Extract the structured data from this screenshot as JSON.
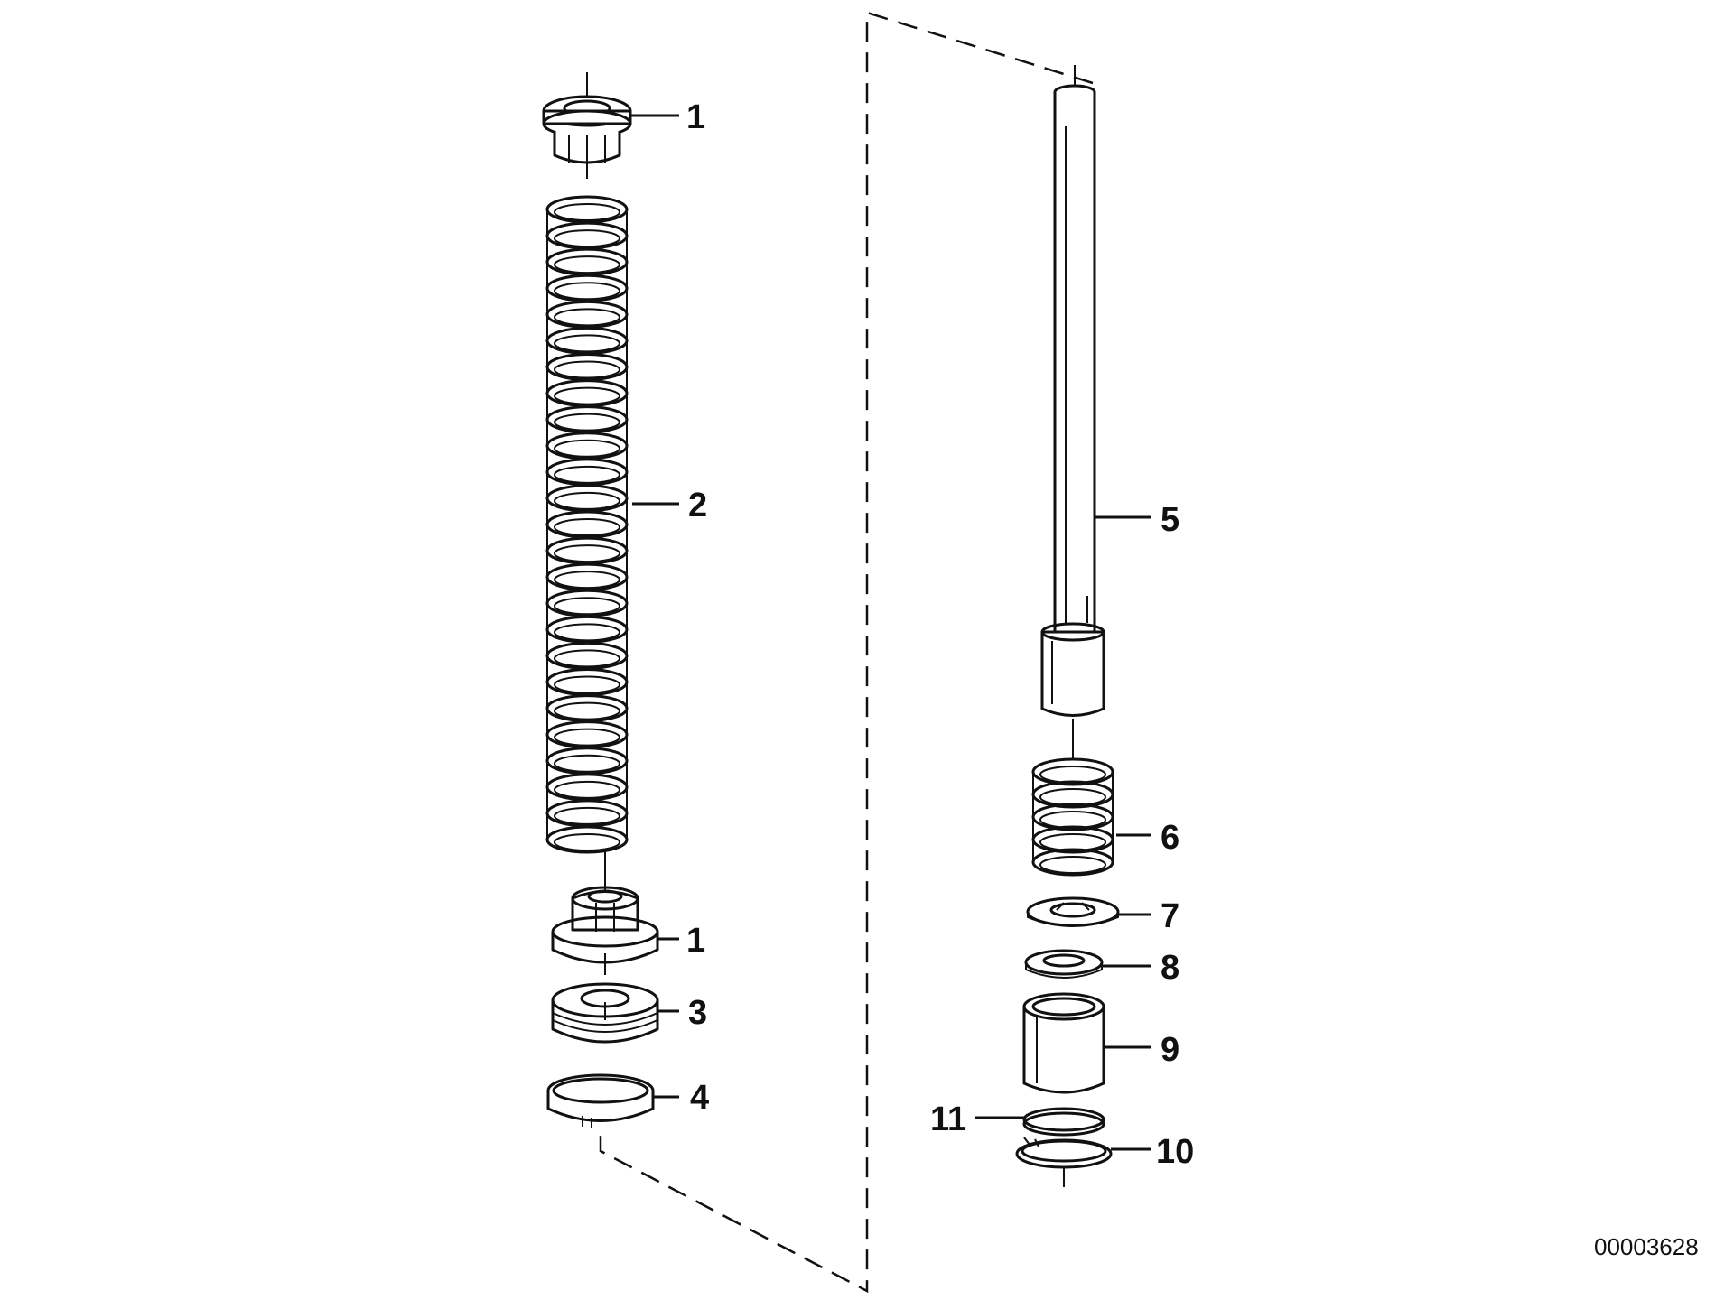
{
  "diagram": {
    "document_number": "00003628",
    "callouts": [
      {
        "id": "c1a",
        "label": "1"
      },
      {
        "id": "c2",
        "label": "2"
      },
      {
        "id": "c1b",
        "label": "1"
      },
      {
        "id": "c3",
        "label": "3"
      },
      {
        "id": "c4",
        "label": "4"
      },
      {
        "id": "c5",
        "label": "5"
      },
      {
        "id": "c6",
        "label": "6"
      },
      {
        "id": "c7",
        "label": "7"
      },
      {
        "id": "c8",
        "label": "8"
      },
      {
        "id": "c9",
        "label": "9"
      },
      {
        "id": "c11",
        "label": "11"
      },
      {
        "id": "c10",
        "label": "10"
      }
    ]
  }
}
